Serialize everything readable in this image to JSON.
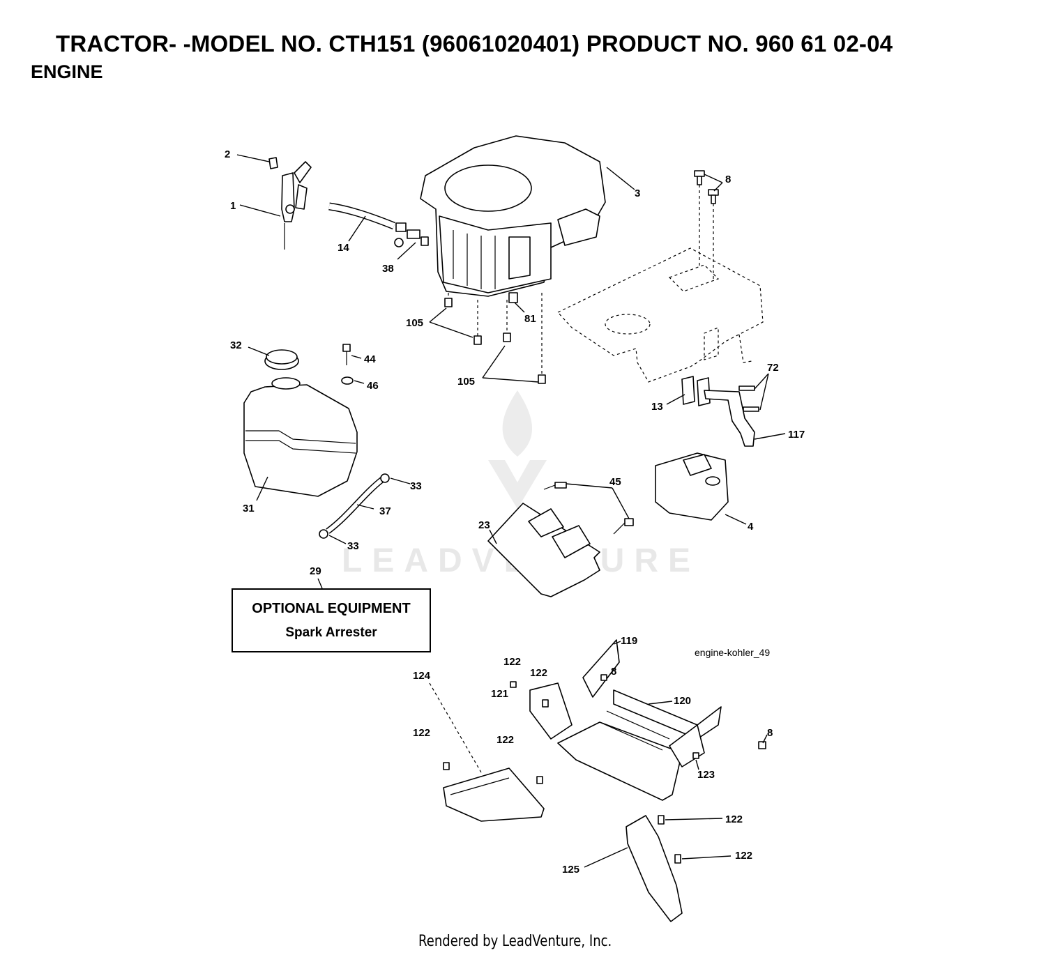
{
  "header": {
    "title": "TRACTOR- -MODEL NO. CTH151 (96061020401) PRODUCT NO. 960 61 02-04",
    "section": "ENGINE"
  },
  "watermark": {
    "text": "LEADVENTURE"
  },
  "callouts": {
    "c1": "1",
    "c2": "2",
    "c3": "3",
    "c4": "4",
    "c8a": "8",
    "c8b": "8",
    "c8c": "8",
    "c13": "13",
    "c14": "14",
    "c23": "23",
    "c29": "29",
    "c31": "31",
    "c32": "32",
    "c33a": "33",
    "c33b": "33",
    "c37": "37",
    "c38": "38",
    "c44": "44",
    "c45": "45",
    "c46": "46",
    "c72": "72",
    "c81": "81",
    "c105a": "105",
    "c105b": "105",
    "c117": "117",
    "c119": "119",
    "c120": "120",
    "c121": "121",
    "c122a": "122",
    "c122b": "122",
    "c122c": "122",
    "c122d": "122",
    "c122e": "122",
    "c122f": "122",
    "c123": "123",
    "c124": "124",
    "c125": "125"
  },
  "optional_equipment": {
    "heading": "OPTIONAL EQUIPMENT",
    "item": "Spark Arrester"
  },
  "diagram_id": "engine-kohler_49",
  "footer": "Rendered by LeadVenture, Inc."
}
